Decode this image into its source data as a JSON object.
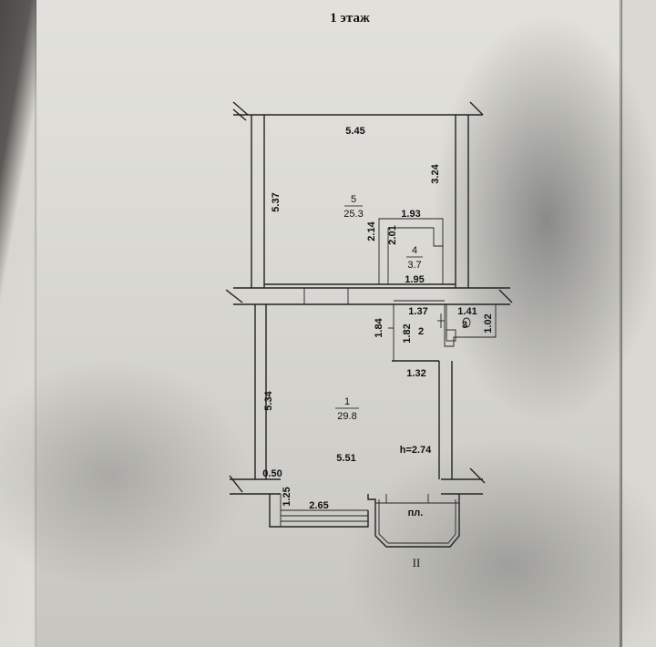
{
  "floor_title": "1 этаж",
  "rooms": [
    {
      "number": "5",
      "area": "25.3"
    },
    {
      "number": "4",
      "area": "3.7"
    },
    {
      "number": "1",
      "area": "29.8"
    },
    {
      "number": "2"
    },
    {
      "number": "3"
    }
  ],
  "dimensions": {
    "room5_width": "5.45",
    "room5_height": "5.37",
    "room5_right_segment": "3.24",
    "room4_top": "1.93",
    "room4_left_outer": "2.14",
    "room4_left_inner": "2.01",
    "room4_bottom": "1.95",
    "room2_top": "1.37",
    "room2_left_outer": "1.84",
    "room2_left_inner": "1.82",
    "room3_top": "1.41",
    "room3_side": "1.02",
    "room1_right_top": "1.32",
    "room1_height": "5.34",
    "room1_width": "5.51",
    "ceiling_height": "h=2.74",
    "entrance_wall": "0.50",
    "stair_depth": "1.25",
    "stair_width": "2.65"
  },
  "porch_label": "пл.",
  "section_mark": "II"
}
